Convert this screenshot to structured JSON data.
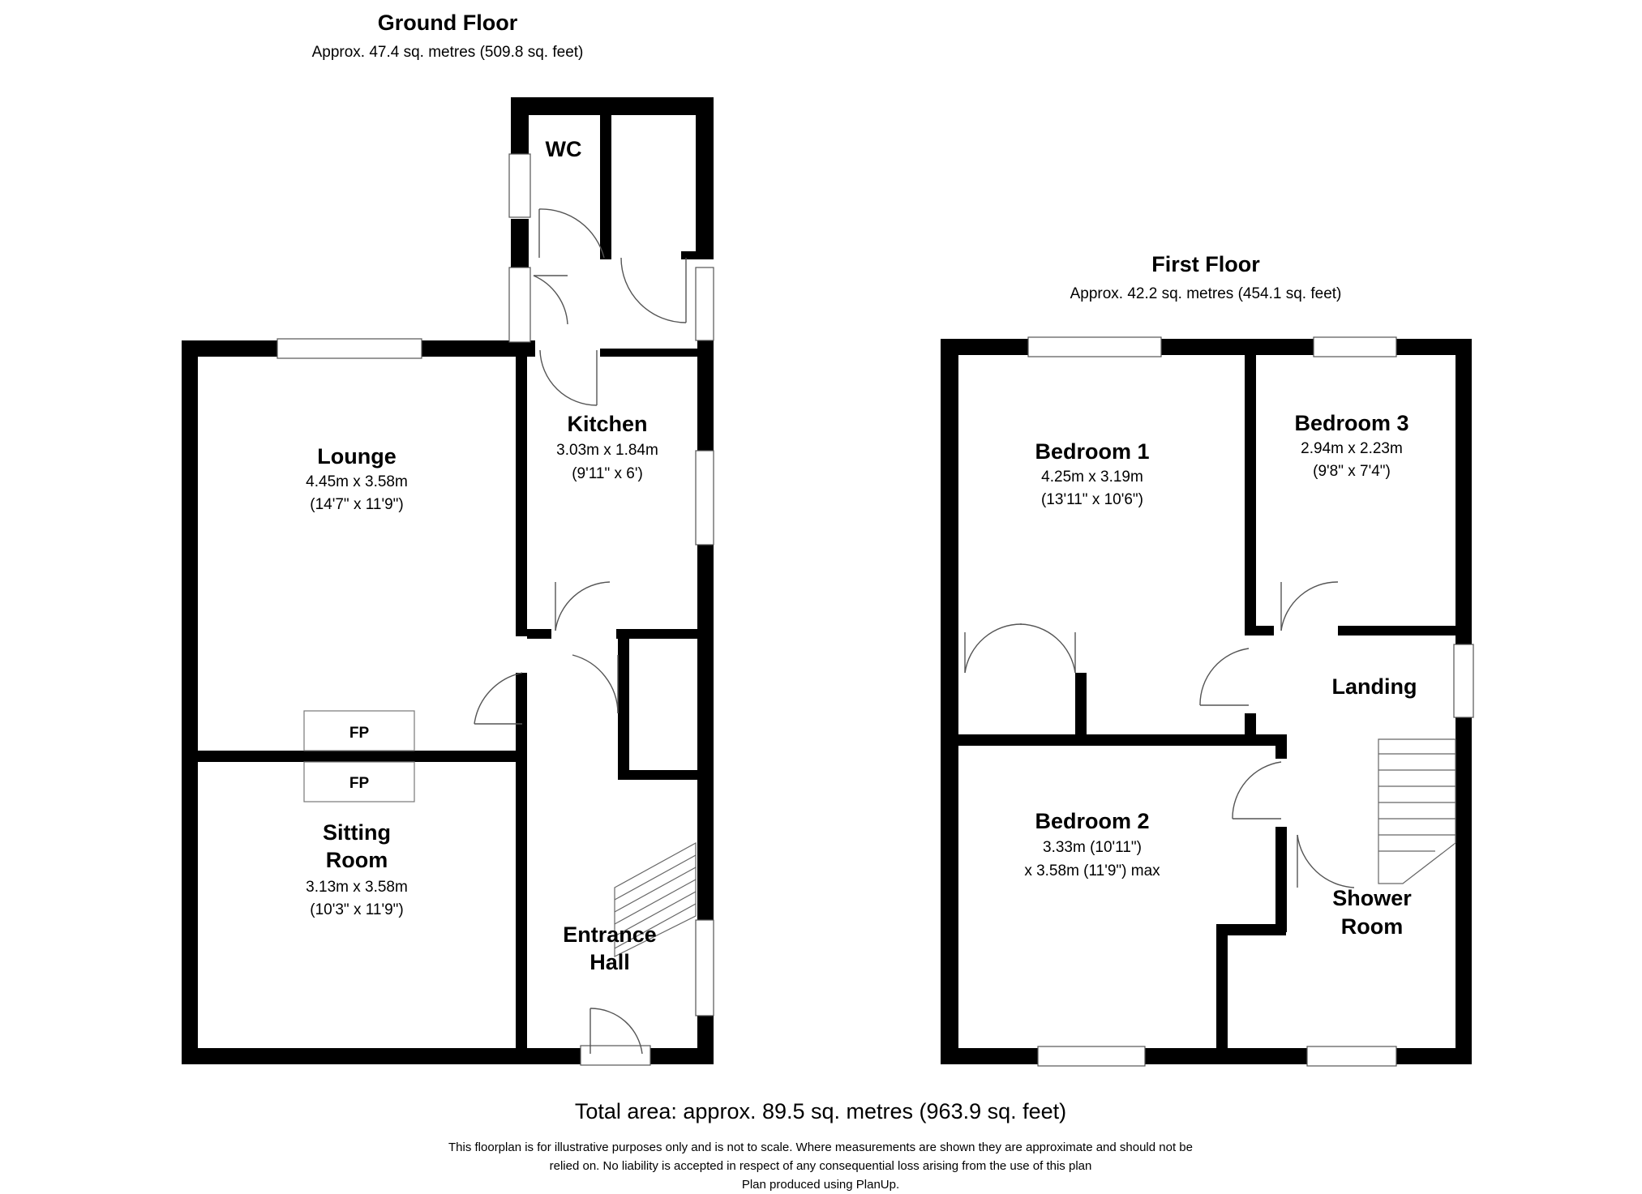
{
  "ground_floor": {
    "title": "Ground Floor",
    "area": "Approx. 47.4 sq. metres (509.8 sq. feet)",
    "rooms": {
      "wc": {
        "name": "WC"
      },
      "kitchen": {
        "name": "Kitchen",
        "dim_metric": "3.03m x 1.84m",
        "dim_imperial": "(9'11\" x 6')"
      },
      "lounge": {
        "name": "Lounge",
        "dim_metric": "4.45m x 3.58m",
        "dim_imperial": "(14'7\" x 11'9\")"
      },
      "sitting_room": {
        "name_line1": "Sitting",
        "name_line2": "Room",
        "dim_metric": "3.13m x 3.58m",
        "dim_imperial": "(10'3\" x 11'9\")"
      },
      "entrance_hall": {
        "name_line1": "Entrance",
        "name_line2": "Hall"
      }
    },
    "fireplace_label": "FP"
  },
  "first_floor": {
    "title": "First Floor",
    "area": "Approx. 42.2 sq. metres (454.1 sq. feet)",
    "rooms": {
      "bedroom1": {
        "name": "Bedroom 1",
        "dim_metric": "4.25m x 3.19m",
        "dim_imperial": "(13'11\" x 10'6\")"
      },
      "bedroom3": {
        "name": "Bedroom 3",
        "dim_metric": "2.94m x 2.23m",
        "dim_imperial": "(9'8\" x 7'4\")"
      },
      "landing": {
        "name": "Landing"
      },
      "bedroom2": {
        "name": "Bedroom 2",
        "dim_line1": "3.33m (10'11\")",
        "dim_line2": "x 3.58m (11'9\") max"
      },
      "shower_room": {
        "name_line1": "Shower",
        "name_line2": "Room"
      }
    }
  },
  "footer": {
    "total_area": "Total area: approx. 89.5 sq. metres (963.9 sq. feet)",
    "disclaimer_line1": "This floorplan is for illustrative purposes only and is not to scale. Where measurements are shown they are approximate and should not be",
    "disclaimer_line2": "relied on. No liability is accepted in respect of any consequential loss arising from the use of this plan",
    "disclaimer_line3": "Plan produced using PlanUp."
  }
}
